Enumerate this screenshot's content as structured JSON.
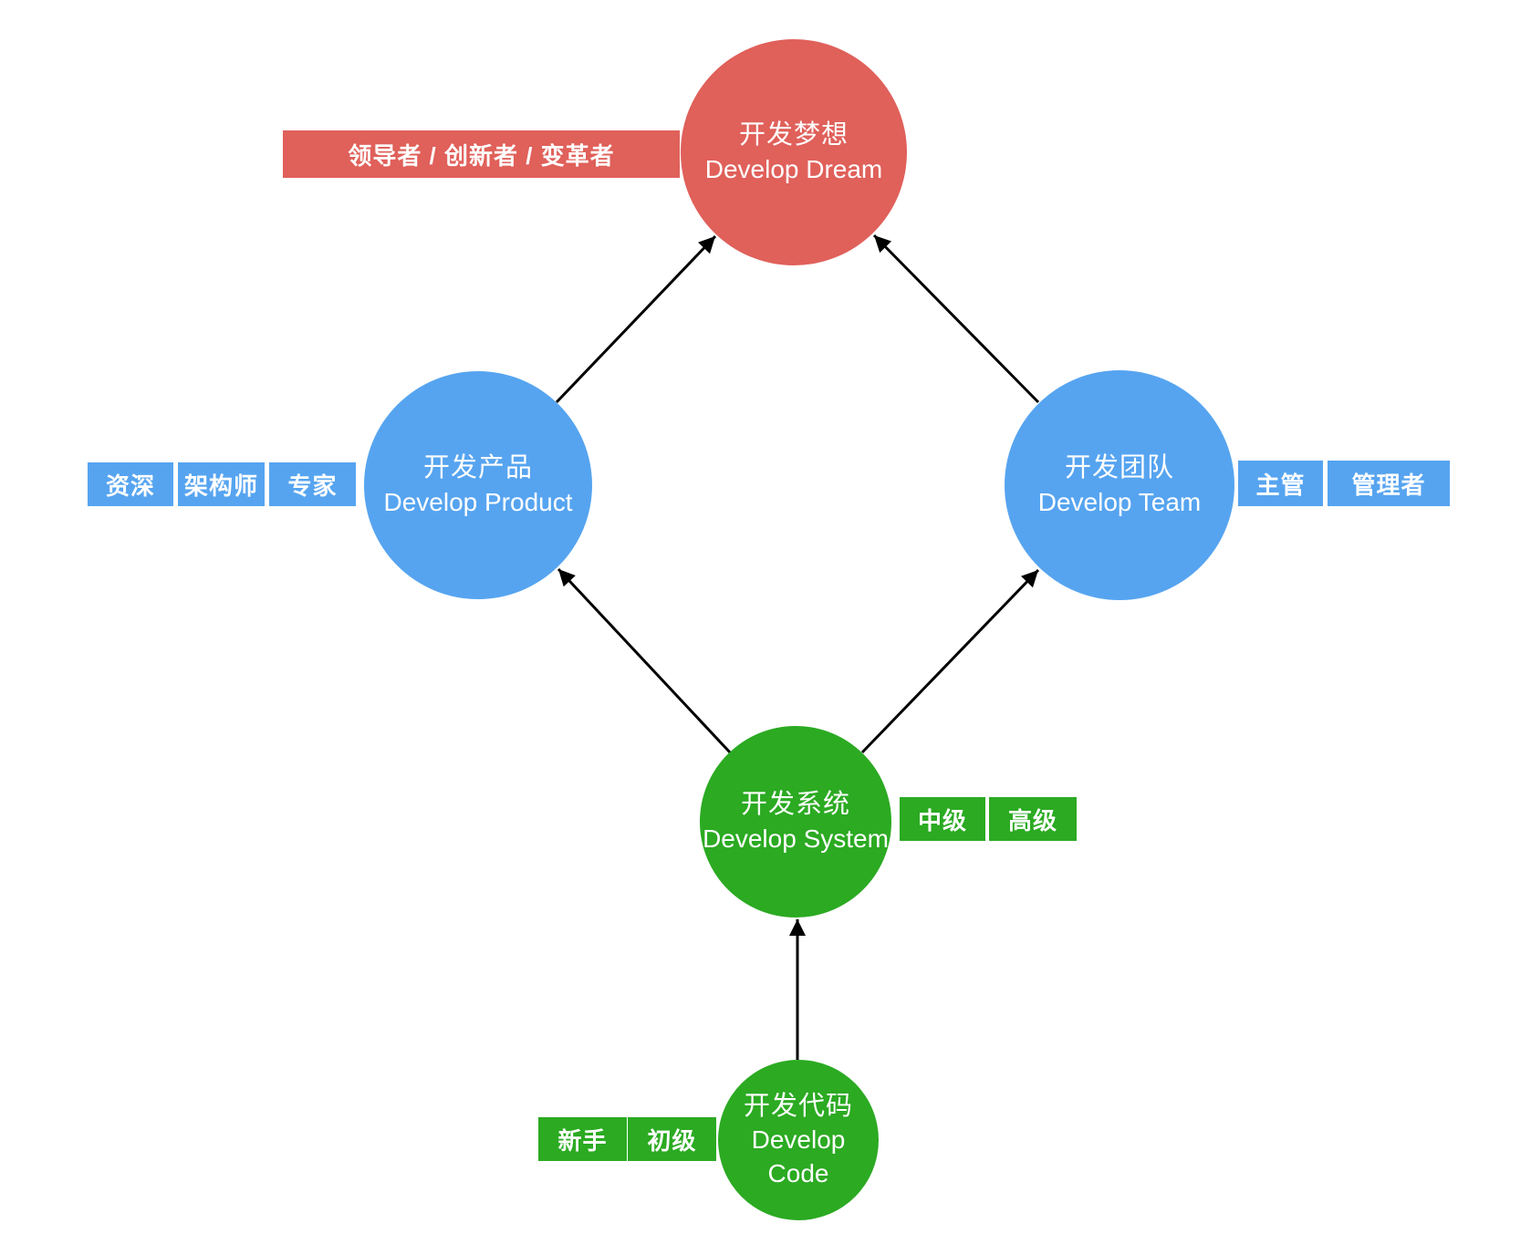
{
  "colors": {
    "red": "#E0605A",
    "blue": "#56A4F0",
    "green": "#2BAA22",
    "arrow": "#000000"
  },
  "nodes": {
    "dream": {
      "zh": "开发梦想",
      "en": "Develop Dream"
    },
    "product": {
      "zh": "开发产品",
      "en": "Develop Product"
    },
    "team": {
      "zh": "开发团队",
      "en": "Develop Team"
    },
    "system": {
      "zh": "开发系统",
      "en": "Develop System"
    },
    "code": {
      "zh": "开发代码",
      "en": "Develop Code"
    }
  },
  "tags": {
    "leader": "领导者 / 创新者 / 变革者",
    "senior": "资深",
    "architect": "架构师",
    "expert": "专家",
    "lead": "主管",
    "manager": "管理者",
    "mid": "中级",
    "advanced": "高级",
    "novice": "新手",
    "junior": "初级"
  },
  "edges": [
    {
      "from": "code",
      "to": "system"
    },
    {
      "from": "system",
      "to": "product"
    },
    {
      "from": "system",
      "to": "team"
    },
    {
      "from": "product",
      "to": "dream"
    },
    {
      "from": "team",
      "to": "dream"
    }
  ]
}
